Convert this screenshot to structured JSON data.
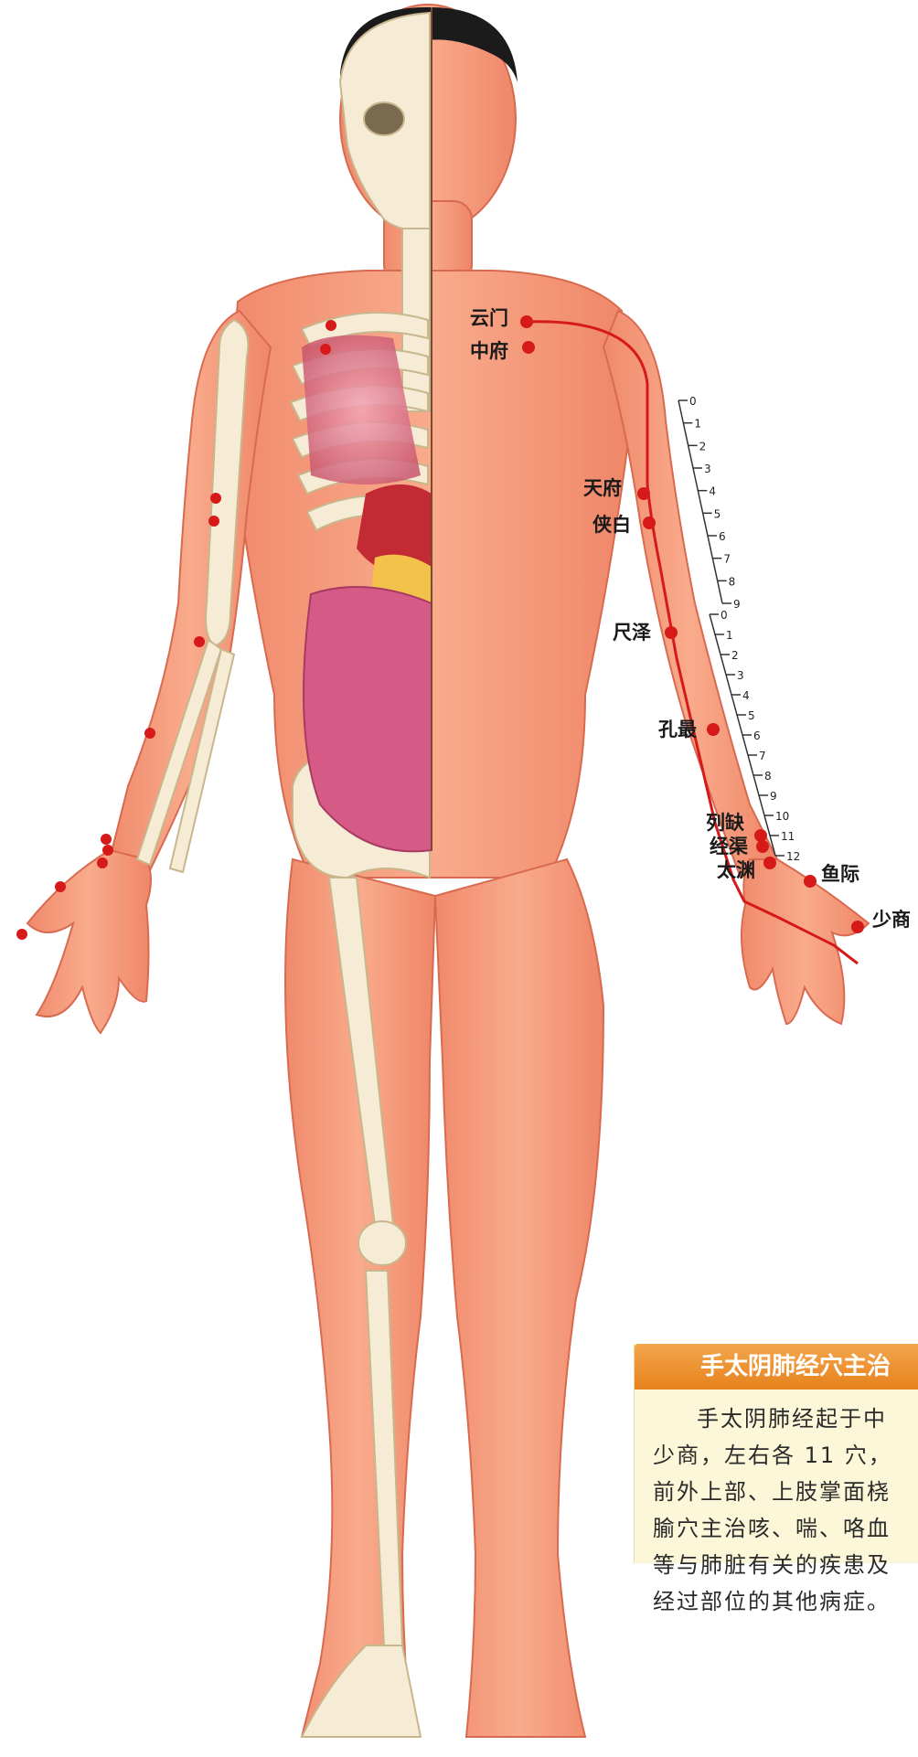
{
  "points": [
    {
      "key": "yunmen",
      "label": "云门"
    },
    {
      "key": "zhongfu",
      "label": "中府"
    },
    {
      "key": "tianfu",
      "label": "天府"
    },
    {
      "key": "xiabai",
      "label": "侠白"
    },
    {
      "key": "chize",
      "label": "尺泽"
    },
    {
      "key": "kongzui",
      "label": "孔最"
    },
    {
      "key": "lieque",
      "label": "列缺"
    },
    {
      "key": "jingqu",
      "label": "经渠"
    },
    {
      "key": "taiyuan",
      "label": "太渊"
    },
    {
      "key": "yuji",
      "label": "鱼际"
    },
    {
      "key": "shaoshang",
      "label": "少商"
    }
  ],
  "ruler_upper": [
    "0",
    "1",
    "2",
    "3",
    "4",
    "5",
    "6",
    "7",
    "8",
    "9"
  ],
  "ruler_lower": [
    "0",
    "1",
    "2",
    "3",
    "4",
    "5",
    "6",
    "7",
    "8",
    "9",
    "10",
    "11",
    "12"
  ],
  "info": {
    "title": "手太阴肺经穴主治",
    "lines": [
      "手太阴肺经起于中",
      "少商，左右各 11 穴，",
      "前外上部、上肢掌面桡",
      "腧穴主治咳、喘、咯血",
      "等与肺脏有关的疾患及",
      "经过部位的其他病症。"
    ]
  },
  "colors": {
    "skin": "#f5987a",
    "skin_shadow": "#e47256",
    "bone": "#f6ecd5",
    "meridian": "#d61a1a",
    "hair": "#1b1b1b",
    "info_header": "#ec8a26",
    "info_bg": "#fbf7d8"
  }
}
